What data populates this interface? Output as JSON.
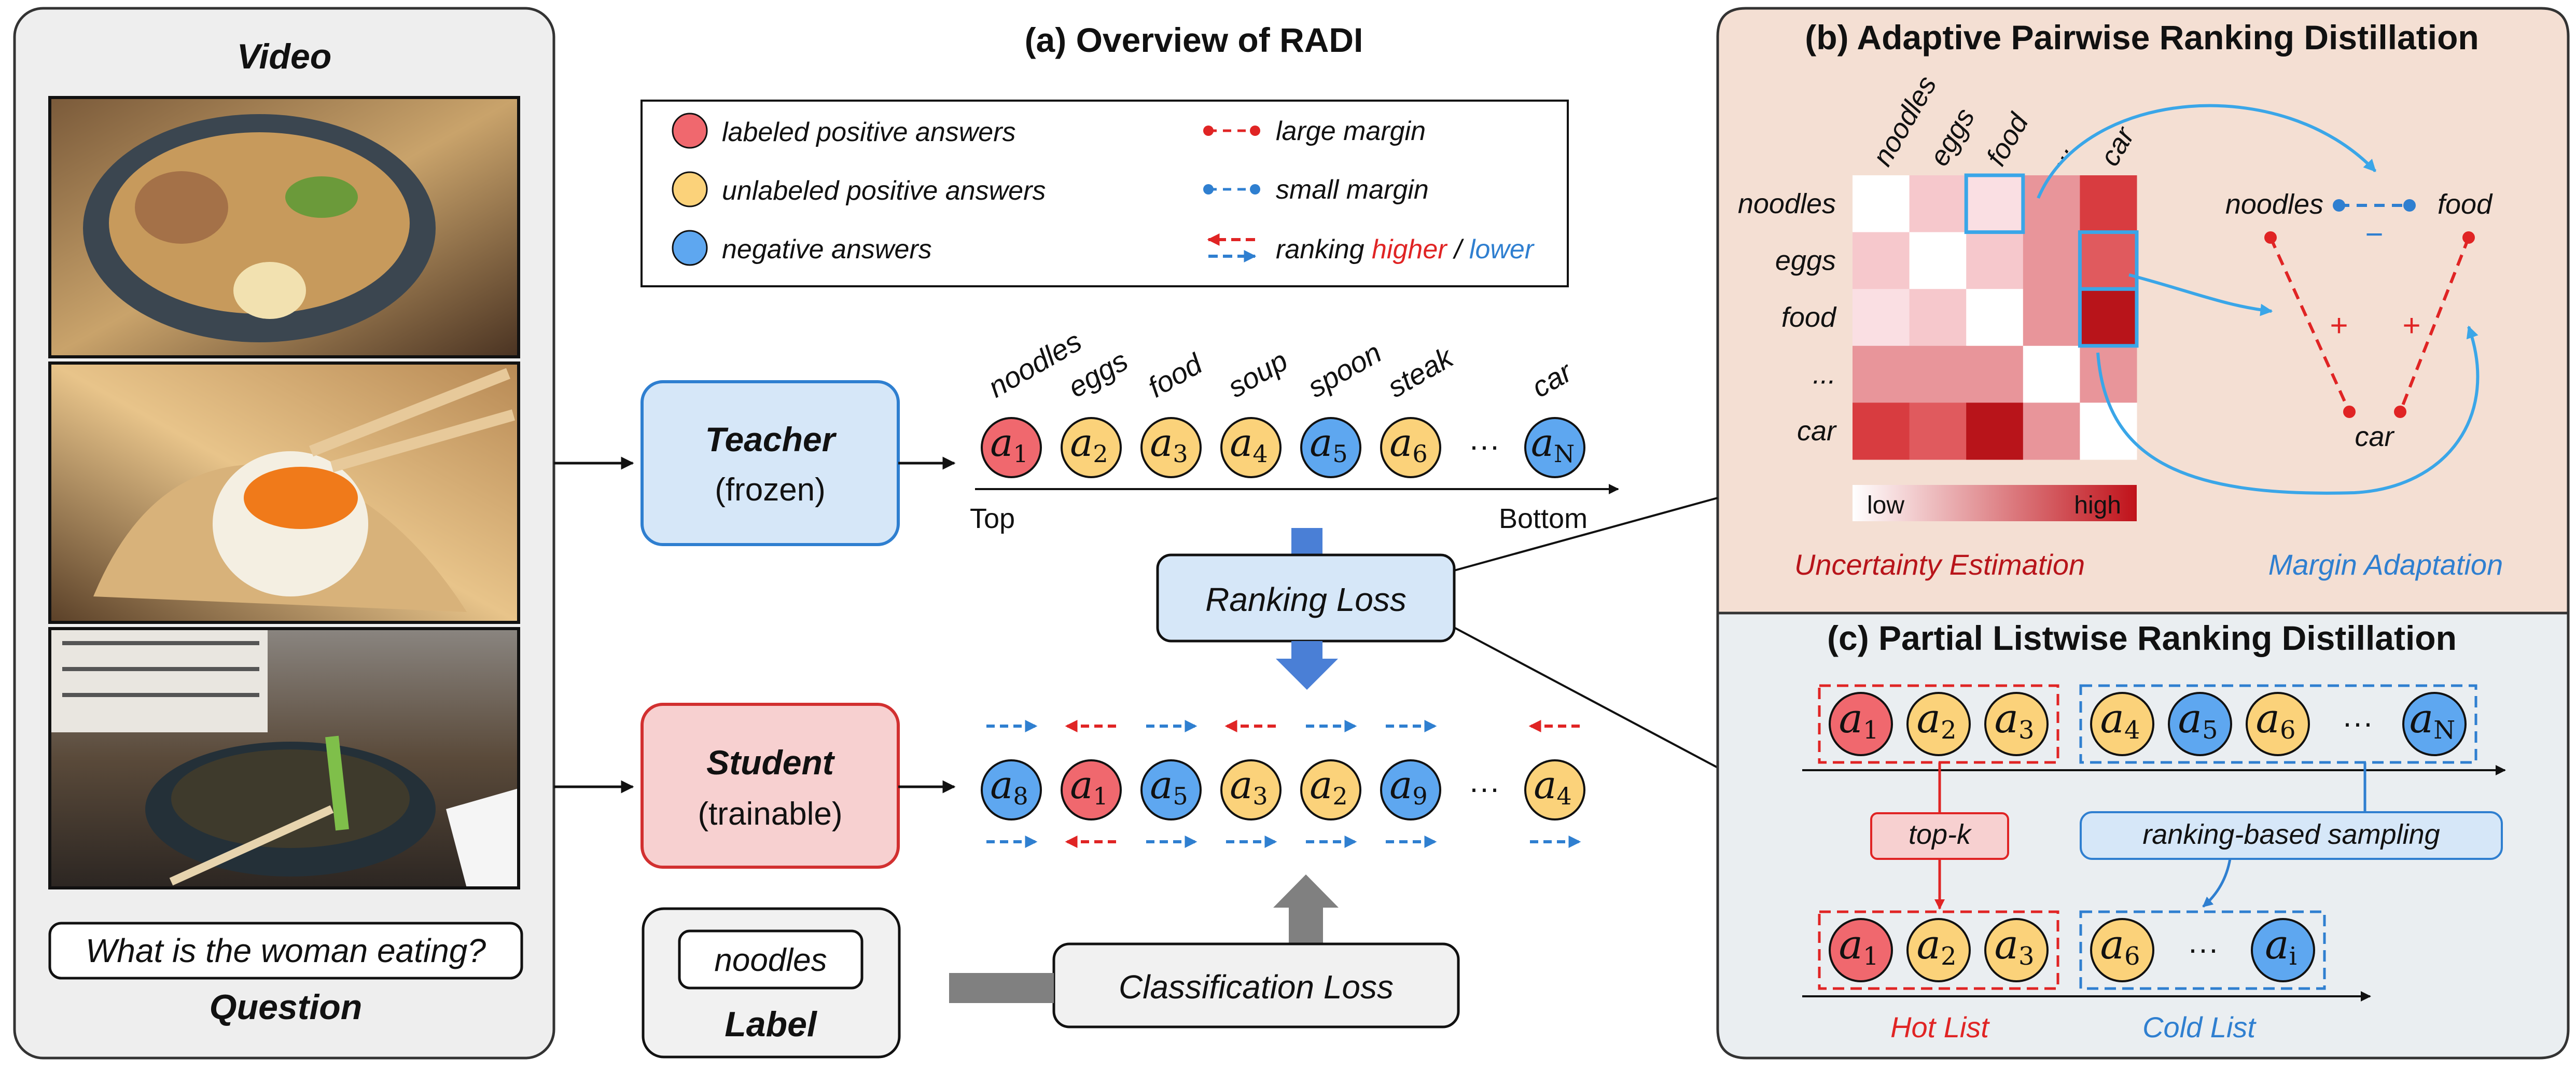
{
  "video_panel": {
    "title": "Video",
    "question_text": "What is the woman eating?",
    "question_label": "Question"
  },
  "overview": {
    "title": "(a) Overview of RADI",
    "legend": {
      "labeled": "labeled positive answers",
      "unlabeled": "unlabeled positive answers",
      "negative": "negative answers",
      "large_margin": "large margin",
      "small_margin": "small margin",
      "ranking_prefix": "ranking ",
      "ranking_higher": "higher",
      "ranking_sep": " / ",
      "ranking_lower": "lower"
    },
    "teacher": {
      "name": "Teacher",
      "status": "(frozen)"
    },
    "student": {
      "name": "Student",
      "status": "(trainable)"
    },
    "label_box": {
      "value": "noodles",
      "caption": "Label"
    },
    "ranking_loss": "Ranking Loss",
    "classification_loss": "Classification Loss",
    "teacher_words": [
      "noodles",
      "eggs",
      "food",
      "soup",
      "spoon",
      "steak",
      "car"
    ],
    "teacher_axis": {
      "start": "Top",
      "end": "Bottom"
    },
    "ellipsis": "···",
    "teacher_circles": [
      {
        "sym": "a",
        "sub": "1",
        "kind": "labeled"
      },
      {
        "sym": "a",
        "sub": "2",
        "kind": "unlabeled"
      },
      {
        "sym": "a",
        "sub": "3",
        "kind": "unlabeled"
      },
      {
        "sym": "a",
        "sub": "4",
        "kind": "unlabeled"
      },
      {
        "sym": "a",
        "sub": "5",
        "kind": "negative"
      },
      {
        "sym": "a",
        "sub": "6",
        "kind": "unlabeled"
      },
      {
        "sym": "a",
        "sub": "N",
        "kind": "negative"
      }
    ],
    "student_circles": [
      {
        "sym": "a",
        "sub": "8",
        "kind": "negative"
      },
      {
        "sym": "a",
        "sub": "1",
        "kind": "labeled"
      },
      {
        "sym": "a",
        "sub": "5",
        "kind": "negative"
      },
      {
        "sym": "a",
        "sub": "3",
        "kind": "unlabeled"
      },
      {
        "sym": "a",
        "sub": "2",
        "kind": "unlabeled"
      },
      {
        "sym": "a",
        "sub": "9",
        "kind": "negative"
      },
      {
        "sym": "a",
        "sub": "4",
        "kind": "unlabeled"
      }
    ]
  },
  "pairwise": {
    "title": "(b) Adaptive Pairwise Ranking Distillation",
    "col_labels": [
      "noodles",
      "eggs",
      "food",
      "...",
      "car"
    ],
    "row_labels": [
      "noodles",
      "eggs",
      "food",
      "...",
      "car"
    ],
    "colorbar_low": "low",
    "colorbar_high": "high",
    "uncertainty_label": "Uncertainty Estimation",
    "margin_label": "Margin Adaptation",
    "margin_node_noodles": "noodles",
    "margin_node_food": "food",
    "margin_node_car": "car",
    "minus": "−",
    "plus": "+"
  },
  "listwise": {
    "title": "(c) Partial Listwise Ranking Distillation",
    "topk_label": "top-k",
    "sampling_label": "ranking-based sampling",
    "hot_label": "Hot List",
    "cold_label": "Cold List",
    "ellipsis": "···",
    "top_hot": [
      {
        "sym": "a",
        "sub": "1",
        "kind": "labeled"
      },
      {
        "sym": "a",
        "sub": "2",
        "kind": "unlabeled"
      },
      {
        "sym": "a",
        "sub": "3",
        "kind": "unlabeled"
      }
    ],
    "top_cold": [
      {
        "sym": "a",
        "sub": "4",
        "kind": "unlabeled"
      },
      {
        "sym": "a",
        "sub": "5",
        "kind": "negative"
      },
      {
        "sym": "a",
        "sub": "6",
        "kind": "unlabeled"
      },
      {
        "sym": "a",
        "sub": "N",
        "kind": "negative"
      }
    ],
    "bottom_hot": [
      {
        "sym": "a",
        "sub": "1",
        "kind": "labeled"
      },
      {
        "sym": "a",
        "sub": "2",
        "kind": "unlabeled"
      },
      {
        "sym": "a",
        "sub": "3",
        "kind": "unlabeled"
      }
    ],
    "bottom_cold": [
      {
        "sym": "a",
        "sub": "6",
        "kind": "unlabeled"
      },
      {
        "sym": "a",
        "sub": "i",
        "kind": "negative"
      }
    ]
  },
  "colors": {
    "labeled": "#f0686e",
    "unlabeled": "#fbd27a",
    "negative": "#5ea7f0",
    "red": "#e02424",
    "blue": "#2f7fd0",
    "dark_red": "#b8141a",
    "panel_b_bg": "#f4dfd3",
    "panel_c_bg": "#eaeef1"
  }
}
